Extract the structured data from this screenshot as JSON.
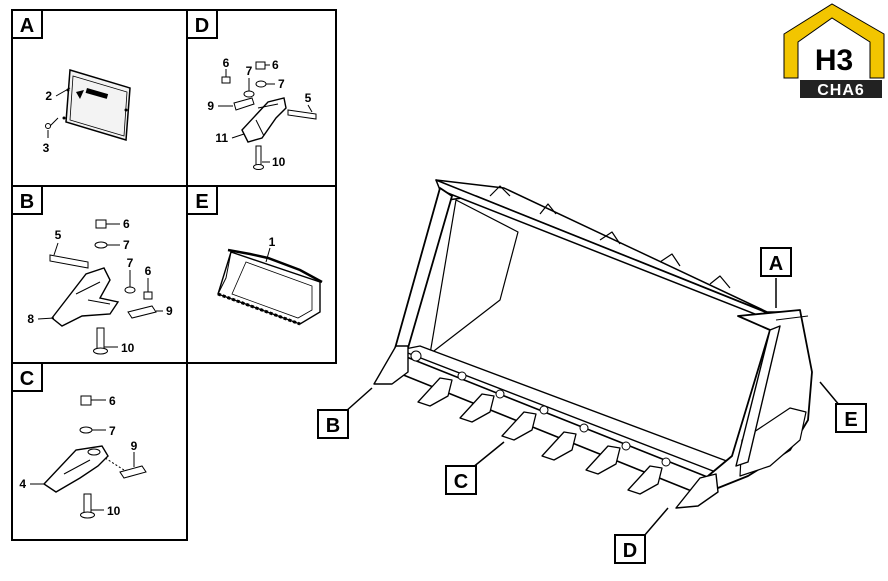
{
  "logo": {
    "top_text": "H3",
    "bottom_text": "CHA6",
    "accent_color": "#f2c500"
  },
  "panels": {
    "A": {
      "letter": "A",
      "labels": [
        "2",
        "3"
      ]
    },
    "B": {
      "letter": "B",
      "labels": [
        "5",
        "6",
        "7",
        "7",
        "6",
        "8",
        "9",
        "10"
      ]
    },
    "C": {
      "letter": "C",
      "labels": [
        "6",
        "7",
        "9",
        "4",
        "10"
      ]
    },
    "D": {
      "letter": "D",
      "labels": [
        "6",
        "6",
        "7",
        "7",
        "9",
        "5",
        "11",
        "10"
      ]
    },
    "E": {
      "letter": "E",
      "labels": [
        "1"
      ]
    }
  },
  "callouts": {
    "A": "A",
    "B": "B",
    "C": "C",
    "D": "D",
    "E": "E"
  }
}
